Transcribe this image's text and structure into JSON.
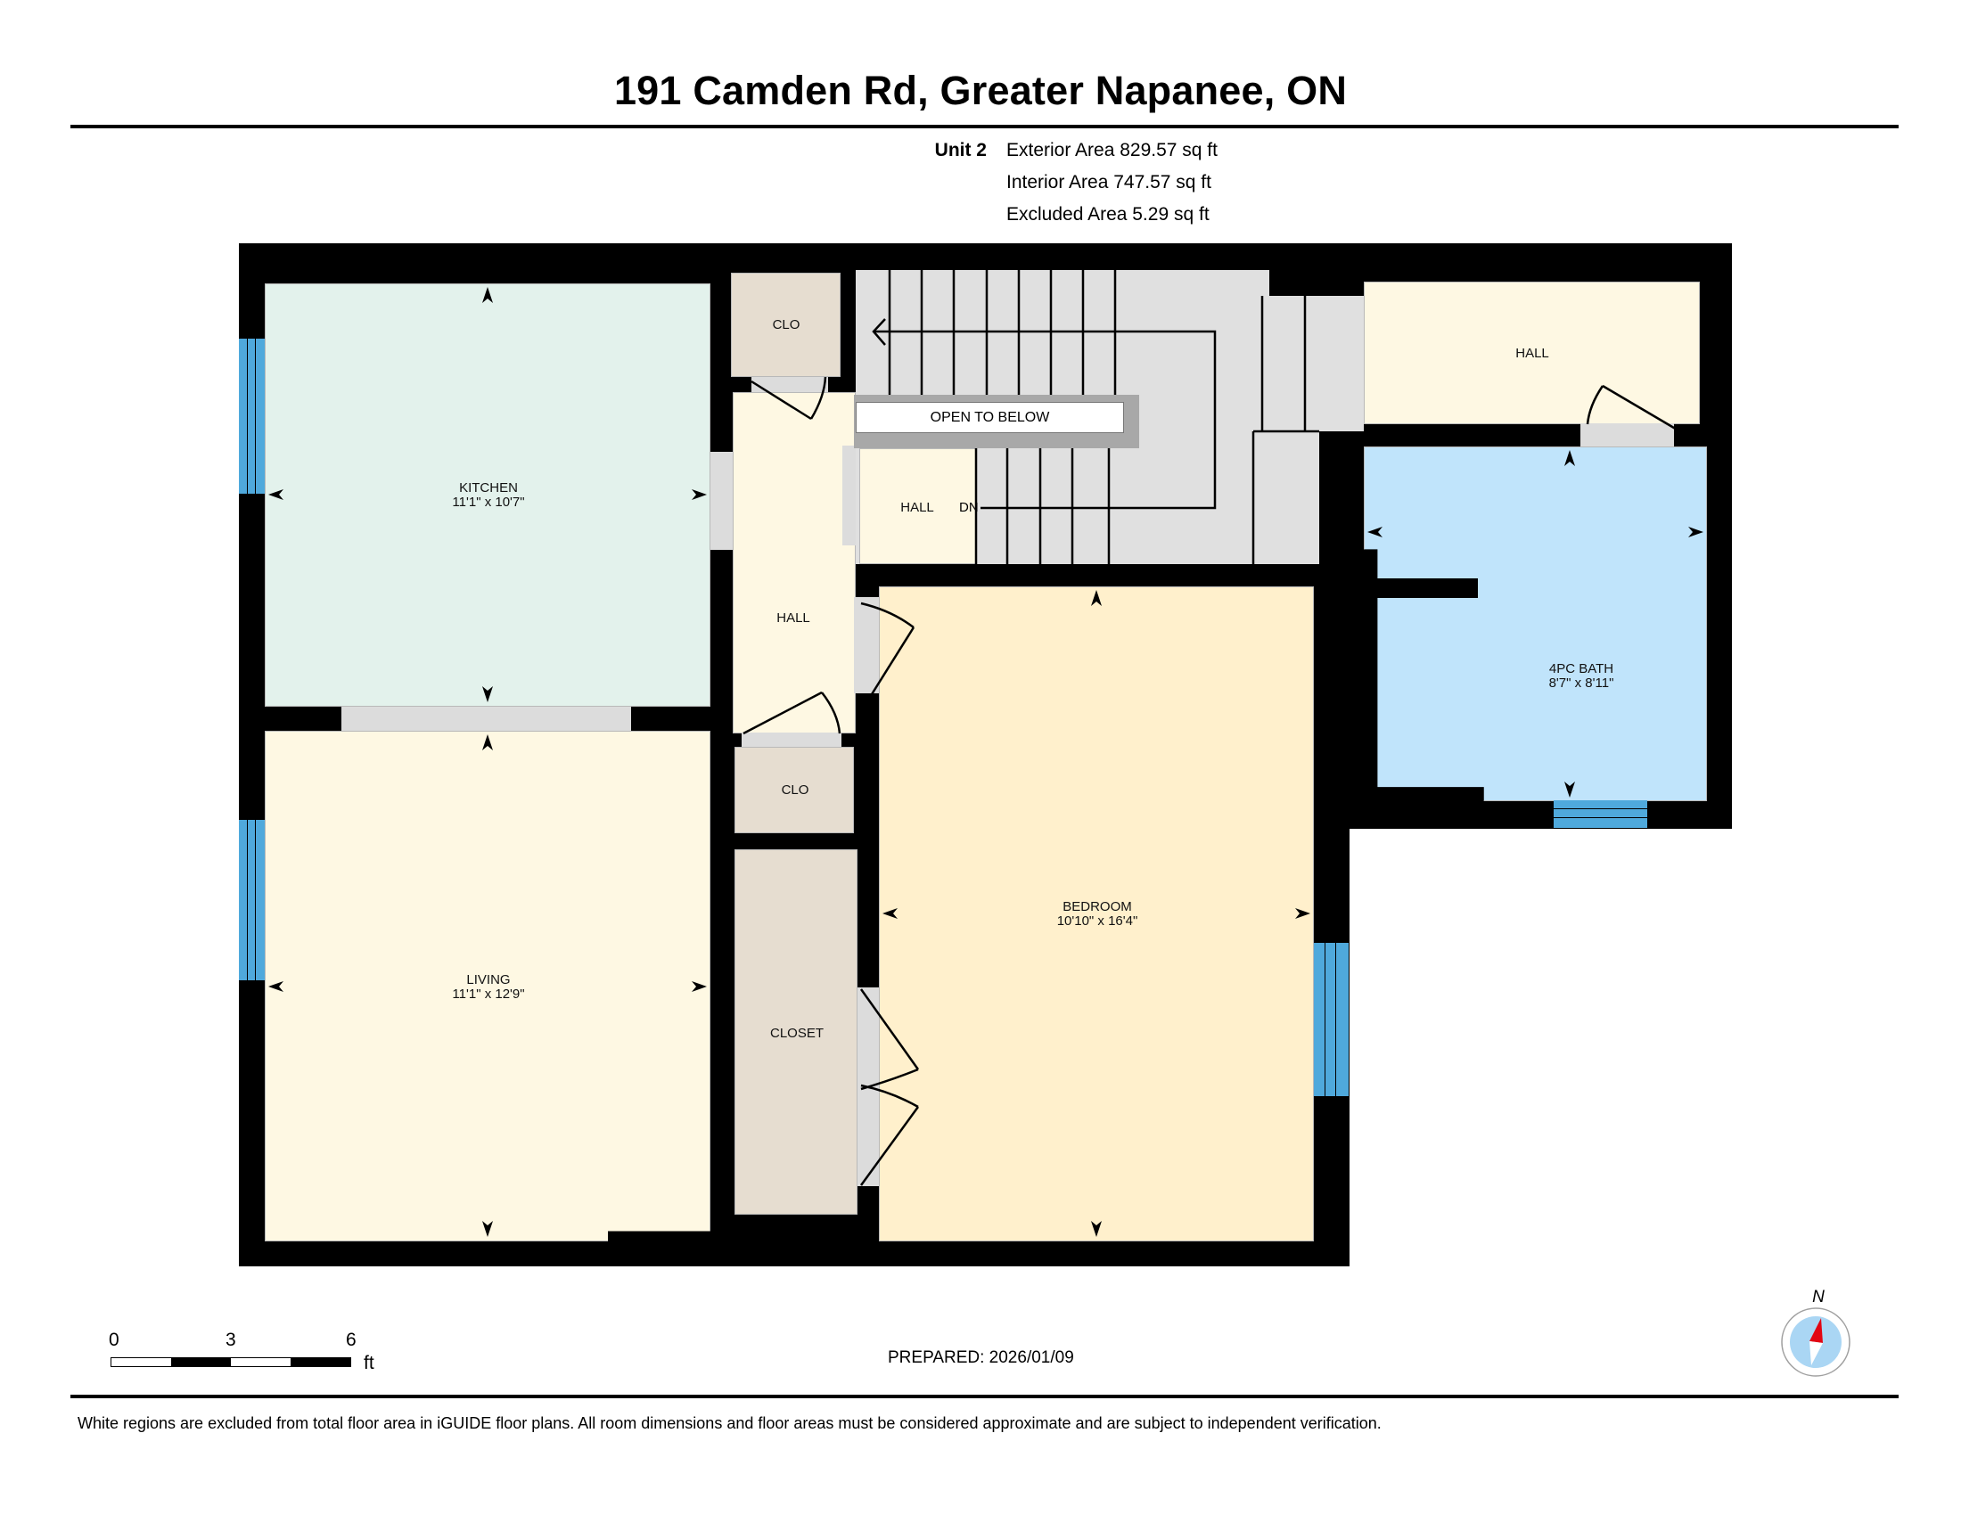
{
  "header": {
    "title": "191 Camden Rd, Greater Napanee, ON"
  },
  "info": {
    "unit": "Unit 2",
    "exterior_area": "Exterior Area 829.57 sq ft",
    "interior_area": "Interior Area 747.57 sq ft",
    "excluded_area": "Excluded Area 5.29 sq ft"
  },
  "rooms": {
    "kitchen": {
      "name": "KITCHEN",
      "dims": "11'1\" x 10'7\"",
      "color": "#e3f2ec"
    },
    "living": {
      "name": "LIVING",
      "dims": "11'1\" x 12'9\"",
      "color": "#fef8e3"
    },
    "hall_center": {
      "name": "HALL",
      "color": "#fef8e3"
    },
    "clo_top": {
      "name": "CLO",
      "color": "#e6ddd0"
    },
    "clo_lower": {
      "name": "CLO",
      "color": "#e6ddd0"
    },
    "closet": {
      "name": "CLOSET",
      "color": "#e6ddd0"
    },
    "hall_stair": {
      "name": "HALL",
      "color": "#fef8e3"
    },
    "stair_label": "DN",
    "open_to_below": "OPEN TO BELOW",
    "bedroom": {
      "name": "BEDROOM",
      "dims": "10'10\" x 16'4\"",
      "color": "#fff0cc"
    },
    "hall_upper_right": {
      "name": "HALL",
      "color": "#fef8e3"
    },
    "bath": {
      "name": "4PC BATH",
      "dims": "8'7\" x 8'11\"",
      "color": "#c0e4fb"
    }
  },
  "scale_bar": {
    "ticks": [
      "0",
      "3",
      "6"
    ],
    "unit": "ft"
  },
  "prepared": "PREPARED: 2026/01/09",
  "compass": {
    "label": "N",
    "needle_color": "#e30613",
    "dial_color": "#aad6f4"
  },
  "footer": {
    "disclaimer": "White regions are excluded from total floor area in iGUIDE floor plans. All room dimensions and floor areas must be considered approximate and are subject to independent verification."
  },
  "colors": {
    "wall": "#000000",
    "window": "#4fa9dc",
    "opening": "#dcdcdc",
    "stairs": "#e0e0e0"
  }
}
